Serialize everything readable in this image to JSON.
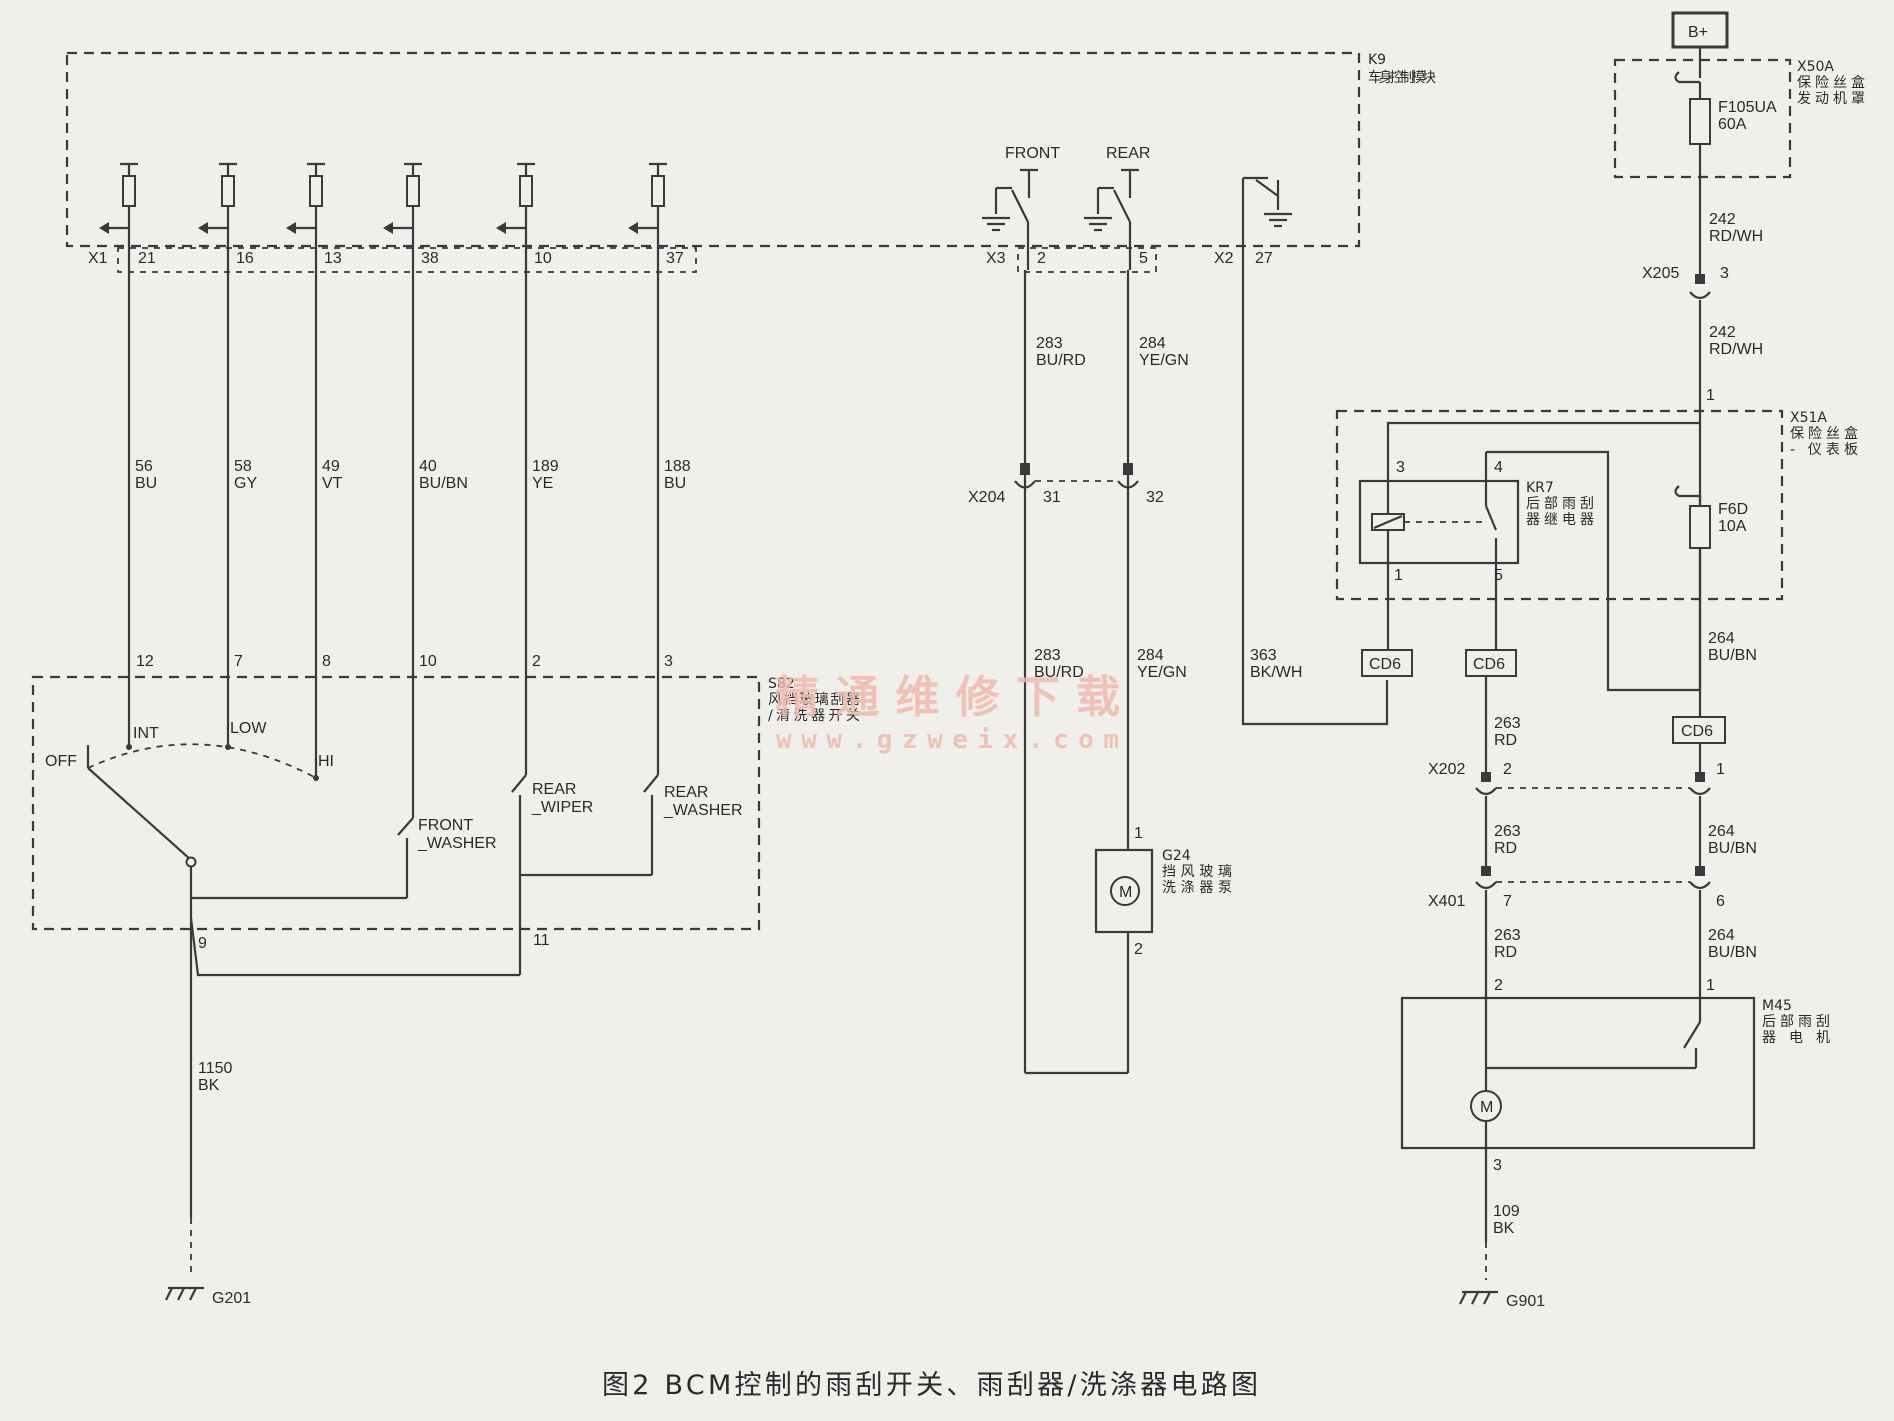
{
  "supply": {
    "b_plus": "B+"
  },
  "modules": {
    "k9": {
      "id": "K9",
      "name": "车身控制模块"
    },
    "x50a": {
      "id": "X50A",
      "name": "保险丝盒 发动机罩"
    },
    "x51a": {
      "id": "X51A",
      "name": "保险丝盒 - 仪表板"
    },
    "s82": {
      "id": "S82",
      "name": "风挡玻璃刮器/清洗器开关"
    },
    "g24": {
      "id": "G24",
      "name": "挡风玻璃洗涤器泵"
    },
    "kr7": {
      "id": "KR7",
      "name": "后部雨刮器继电器"
    },
    "m45": {
      "id": "M45",
      "name": "后部雨刮器电机"
    }
  },
  "connectors": {
    "x1": "X1",
    "x3": "X3",
    "x2": "X2",
    "x204": "X204",
    "x205": "X205",
    "x202": "X202",
    "x401": "X401",
    "cd6": "CD6"
  },
  "pins": {
    "x1": [
      "21",
      "16",
      "13",
      "38",
      "10",
      "37"
    ],
    "s82": [
      "12",
      "7",
      "8",
      "10",
      "2",
      "3"
    ],
    "s82_ground": "9",
    "s82_common": "11",
    "x3": [
      "2",
      "5"
    ],
    "x2": "27",
    "x204": [
      "31",
      "32"
    ],
    "x205": "3",
    "x51a_in": "1",
    "kr7": {
      "p3": "3",
      "p4": "4",
      "p1": "1",
      "p5": "5"
    },
    "g24": {
      "p1": "1",
      "p2": "2"
    },
    "x202": [
      "2",
      "1"
    ],
    "x401": [
      "7",
      "6"
    ],
    "m45": {
      "p2": "2",
      "p1": "1",
      "p3": "3"
    }
  },
  "wires": {
    "w56": {
      "num": "56",
      "color": "BU"
    },
    "w58": {
      "num": "58",
      "color": "GY"
    },
    "w49": {
      "num": "49",
      "color": "VT"
    },
    "w40": {
      "num": "40",
      "color": "BU/BN"
    },
    "w189": {
      "num": "189",
      "color": "YE"
    },
    "w188": {
      "num": "188",
      "color": "BU"
    },
    "w283": {
      "num": "283",
      "color": "BU/RD"
    },
    "w284": {
      "num": "284",
      "color": "YE/GN"
    },
    "w363": {
      "num": "363",
      "color": "BK/WH"
    },
    "w242": {
      "num": "242",
      "color": "RD/WH"
    },
    "w264": {
      "num": "264",
      "color": "BU/BN"
    },
    "w263": {
      "num": "263",
      "color": "RD"
    },
    "w1150": {
      "num": "1150",
      "color": "BK"
    },
    "w109": {
      "num": "109",
      "color": "BK"
    }
  },
  "switch_positions": {
    "off": "OFF",
    "int": "INT",
    "low": "LOW",
    "hi": "HI"
  },
  "switch_labels": {
    "front_washer": "FRONT _WASHER",
    "rear_wiper": "REAR _WIPER",
    "rear_washer": "REAR _WASHER"
  },
  "bcm_switches": {
    "front": "FRONT",
    "rear": "REAR"
  },
  "fuses": {
    "f105ua": {
      "name": "F105UA",
      "rating": "60A"
    },
    "f6d": {
      "name": "F6D",
      "rating": "10A"
    }
  },
  "motor_symbol": "M",
  "grounds": {
    "g201": "G201",
    "g901": "G901"
  },
  "watermark": {
    "cn": "精通维修下载",
    "url": "www.gzweix.com"
  },
  "caption": "图2  BCM控制的雨刮开关、雨刮器/洗涤器电路图"
}
